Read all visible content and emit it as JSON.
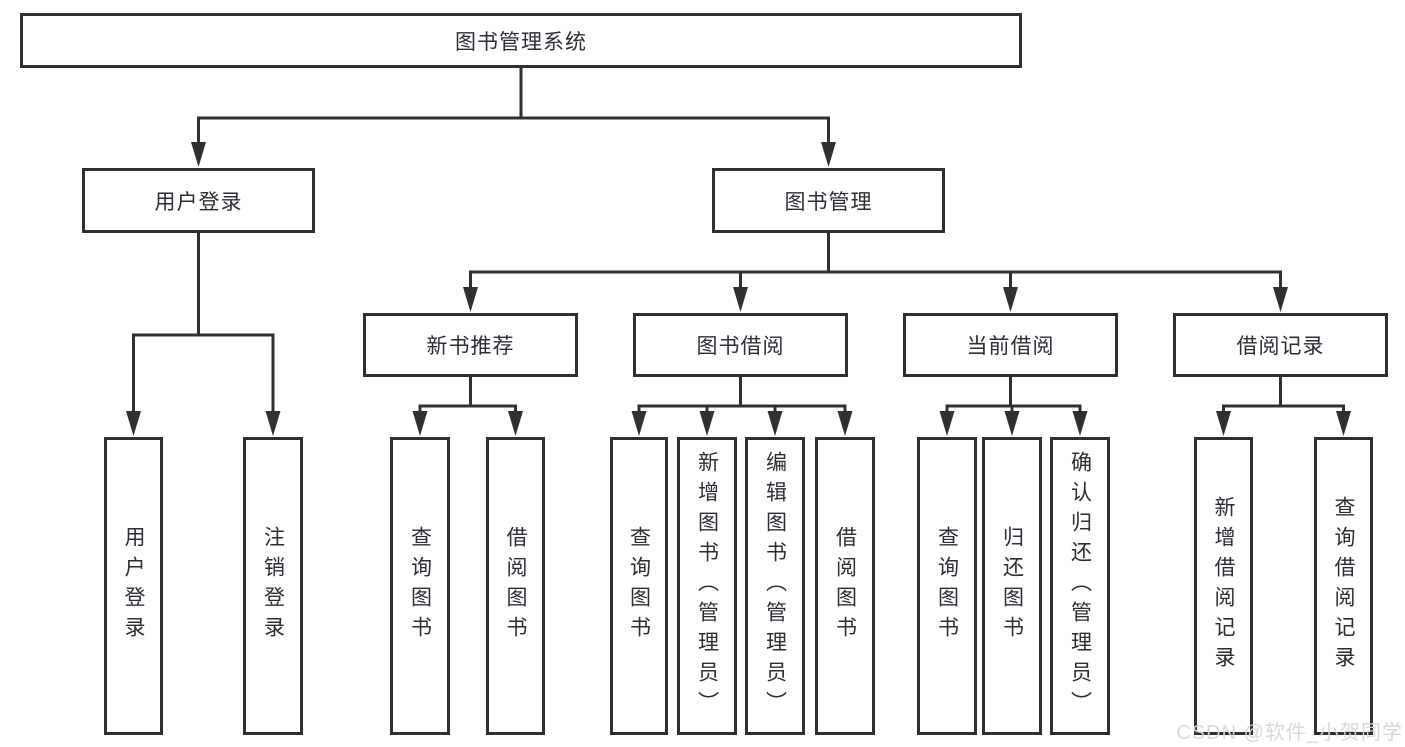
{
  "diagram": {
    "title_node": "图书管理系统",
    "nodes": [
      {
        "id": "root",
        "label": "图书管理系统",
        "parent": null
      },
      {
        "id": "login",
        "label": "用户登录",
        "parent": "root"
      },
      {
        "id": "mgmt",
        "label": "图书管理",
        "parent": "root"
      },
      {
        "id": "new-rec",
        "label": "新书推荐",
        "parent": "mgmt"
      },
      {
        "id": "borrow",
        "label": "图书借阅",
        "parent": "mgmt"
      },
      {
        "id": "current",
        "label": "当前借阅",
        "parent": "mgmt"
      },
      {
        "id": "records",
        "label": "借阅记录",
        "parent": "mgmt"
      },
      {
        "id": "user-login",
        "label": "用户登录",
        "parent": "login"
      },
      {
        "id": "logout",
        "label": "注销登录",
        "parent": "login"
      },
      {
        "id": "nr-query",
        "label": "查询图书",
        "parent": "new-rec"
      },
      {
        "id": "nr-borrow",
        "label": "借阅图书",
        "parent": "new-rec"
      },
      {
        "id": "bw-query",
        "label": "查询图书",
        "parent": "borrow"
      },
      {
        "id": "bw-add",
        "label": "新增图书（管理员）",
        "parent": "borrow"
      },
      {
        "id": "bw-edit",
        "label": "编辑图书（管理员）",
        "parent": "borrow"
      },
      {
        "id": "bw-lend",
        "label": "借阅图书",
        "parent": "borrow"
      },
      {
        "id": "cur-query",
        "label": "查询图书",
        "parent": "current"
      },
      {
        "id": "cur-return",
        "label": "归还图书",
        "parent": "current"
      },
      {
        "id": "cur-confirm",
        "label": "确认归还（管理员）",
        "parent": "current"
      },
      {
        "id": "rec-add",
        "label": "新增借阅记录",
        "parent": "records"
      },
      {
        "id": "rec-query",
        "label": "查询借阅记录",
        "parent": "records"
      }
    ],
    "colors": {
      "line": "#303030",
      "box_border": "#303030",
      "text": "#2b2e35",
      "background": "#ffffff",
      "watermark": "#d6d6d6"
    }
  },
  "watermark": {
    "text": "CSDN @软件_小贺同学"
  }
}
